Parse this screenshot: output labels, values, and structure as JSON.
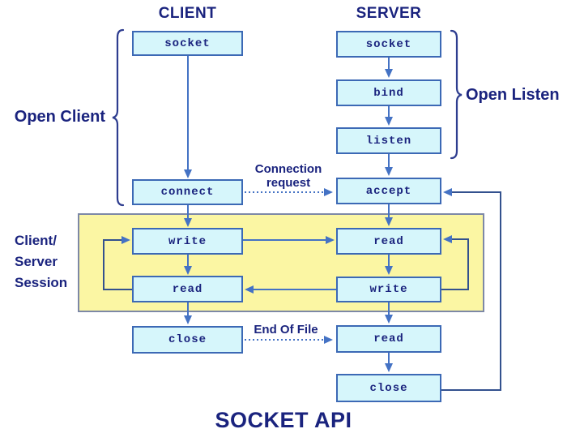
{
  "title": "SOCKET API",
  "columns": {
    "client_header": "CLIENT",
    "server_header": "SERVER"
  },
  "client_steps": [
    "socket",
    "connect",
    "write",
    "read",
    "close"
  ],
  "server_steps": [
    "socket",
    "bind",
    "listen",
    "accept",
    "read",
    "write",
    "read",
    "close"
  ],
  "labels": {
    "open_client": "Open Client",
    "open_listen": "Open Listen",
    "session": "Client/\nServer\nSession",
    "connection_request": "Connection\nrequest",
    "end_of_file": "End Of File"
  },
  "colors": {
    "box_fill": "#d6f6fb",
    "box_border": "#3c69b5",
    "arrow_blue": "#4472c4",
    "loop_line": "#33518e",
    "text_navy": "#1a237e",
    "session_fill": "#fbf6a3",
    "session_border": "#7d88a6",
    "background": "#ffffff"
  }
}
